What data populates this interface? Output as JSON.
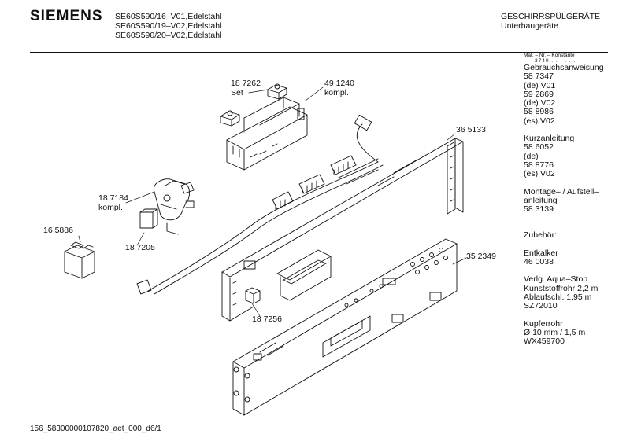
{
  "header": {
    "logo": "SIEMENS",
    "models": [
      "SE60S590/16–V01,Edelstahl",
      "SE60S590/19–V02,Edelstahl",
      "SE60S590/20–V02,Edelstahl"
    ],
    "category": "GESCHIRRSPÜLGERÄTE",
    "subcategory": "Unterbaugeräte"
  },
  "sidebar": {
    "mat_header": "Mat. – Nr. – Konstante",
    "mat_value": "3740  .  .  .  .  .  .",
    "lines": [
      "Gebrauchsanweisung",
      "58 7347",
      "(de) V01",
      "59 2869",
      "(de) V02",
      "58 8986",
      "(es) V02",
      "",
      "Kurzanleitung",
      "58 6052",
      "(de)",
      "58 8776",
      "(es) V02",
      "",
      "Montage– / Aufstell–",
      "anleitung",
      "58 3139",
      "",
      "",
      "Zubehör:",
      "",
      "Entkalker",
      "46 0038",
      "",
      "Verlg. Aqua–Stop",
      "Kunststoffrohr 2,2 m",
      "Ablaufschl. 1,95 m",
      "SZ72010",
      "",
      "Kupferrohr",
      "Ø 10 mm / 1,5 m",
      "WX459700"
    ]
  },
  "parts": {
    "p187262": "18 7262",
    "p187262_sub": "Set",
    "p491240": "49 1240",
    "p491240_sub": "kompl.",
    "p365133": "36 5133",
    "p187184": "18 7184",
    "p187184_sub": "kompl.",
    "p165886": "16 5886",
    "p187205": "18 7205",
    "p352349": "35 2349",
    "p187256": "18 7256"
  },
  "footer": "156_58300000107820_aet_000_d6/1"
}
